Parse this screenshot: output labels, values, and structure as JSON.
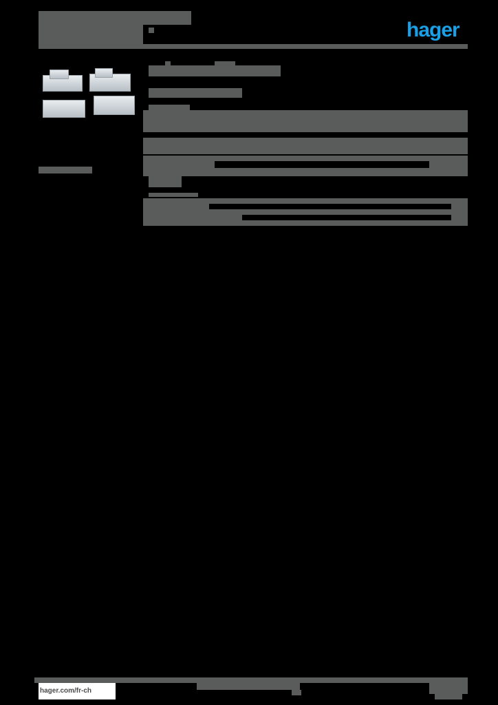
{
  "header": {
    "title_block": "",
    "logo": {
      "text": "hager",
      "color": "#1aa0e6"
    }
  },
  "product": {
    "image_alt": "product-image",
    "heading": "",
    "subheading": "",
    "side_label": ""
  },
  "table": {
    "section_1_label": "",
    "section_2_label": "",
    "rows": [
      {
        "label": "",
        "value": ""
      },
      {
        "label": "",
        "value": ""
      },
      {
        "label": "",
        "value": ""
      },
      {
        "label": "",
        "value": ""
      },
      {
        "label": "",
        "value": ""
      },
      {
        "label": "",
        "value": ""
      }
    ]
  },
  "footer": {
    "url": "hager.com/fr-ch",
    "center_text": "",
    "page_info": ""
  },
  "colors": {
    "text_block": "#5a5c5b",
    "background": "#000000",
    "brand": "#1aa0e6"
  }
}
